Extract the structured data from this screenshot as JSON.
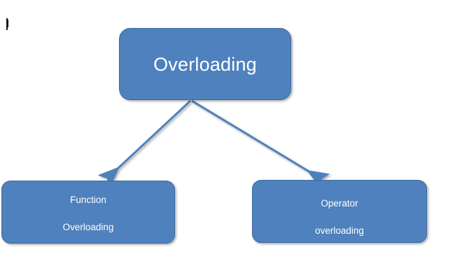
{
  "diagram": {
    "title_text": "Overloading",
    "background_color": "#FFFFFF",
    "node_fill_color": "#4E81BD",
    "node_border_color": "#3D6A9E",
    "node_text_color": "#FFFFFF",
    "connector_color": "#4E81BD",
    "cursor_mark": "I",
    "nodes": [
      {
        "id": "root",
        "lines": [
          "Overloading"
        ]
      },
      {
        "id": "function",
        "lines": [
          "Function",
          "Overloading"
        ]
      },
      {
        "id": "operator",
        "lines": [
          "Operator",
          "overloading"
        ]
      }
    ],
    "connectors": [
      {
        "id": "root-to-function",
        "from": "root",
        "to": "function",
        "arrowhead": "open-triangle"
      },
      {
        "id": "root-to-operator",
        "from": "root",
        "to": "operator",
        "arrowhead": "open-triangle"
      }
    ]
  }
}
